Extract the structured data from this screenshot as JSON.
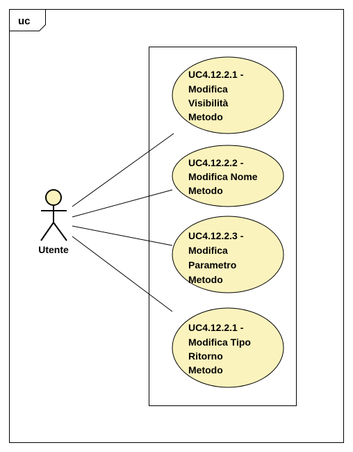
{
  "diagram": {
    "frame_label": "uc",
    "colors": {
      "background": "#ffffff",
      "line": "#000000",
      "usecase_fill": "#fbf3bd",
      "actor_fill": "#fbf3bd"
    },
    "actor": {
      "name": "Utente",
      "icon": "stick-figure-icon"
    },
    "use_cases": [
      {
        "id": "uc-1",
        "lines": [
          "UC4.12.2.1 -",
          "Modifica",
          "Visibilità",
          "Metodo"
        ]
      },
      {
        "id": "uc-2",
        "lines": [
          "UC4.12.2.2 -",
          "Modifica Nome",
          "Metodo"
        ]
      },
      {
        "id": "uc-3",
        "lines": [
          "UC4.12.2.3 -",
          "Modifica",
          "Parametro",
          "Metodo"
        ]
      },
      {
        "id": "uc-4",
        "lines": [
          "UC4.12.2.1 -",
          "Modifica Tipo",
          "Ritorno",
          "Metodo"
        ]
      }
    ]
  }
}
